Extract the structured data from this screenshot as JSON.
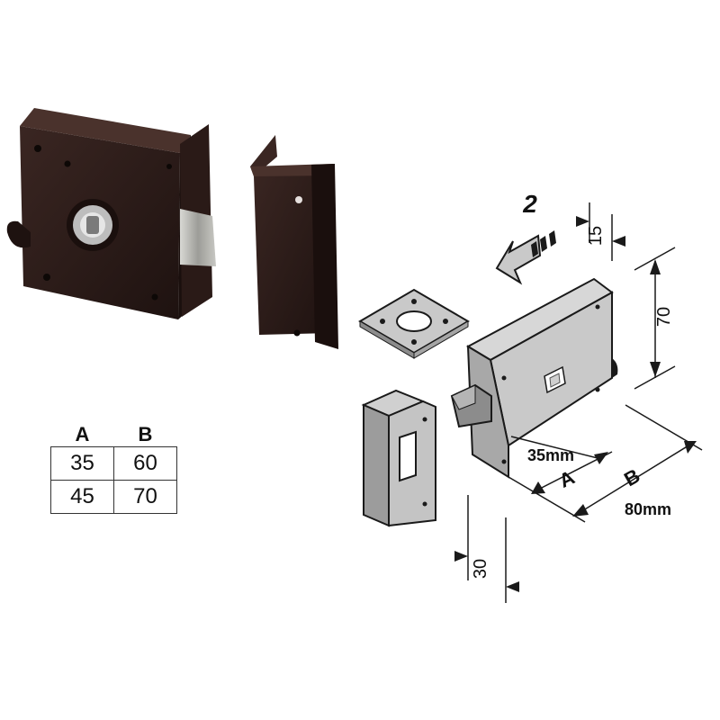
{
  "table": {
    "headers": [
      "A",
      "B"
    ],
    "rows": [
      [
        "35",
        "60"
      ],
      [
        "45",
        "70"
      ]
    ]
  },
  "diagram": {
    "step_number": "2",
    "dim_15": "15",
    "dim_70": "70",
    "dim_35mm": "35mm",
    "dim_a": "A",
    "dim_b": "B",
    "dim_80mm": "80mm",
    "dim_30": "30"
  },
  "colors": {
    "lock_body": "#2b1a16",
    "drawing_gray": "#c9c9c9",
    "drawing_dark": "#8c8c8c",
    "outline": "#1a1a1a"
  }
}
